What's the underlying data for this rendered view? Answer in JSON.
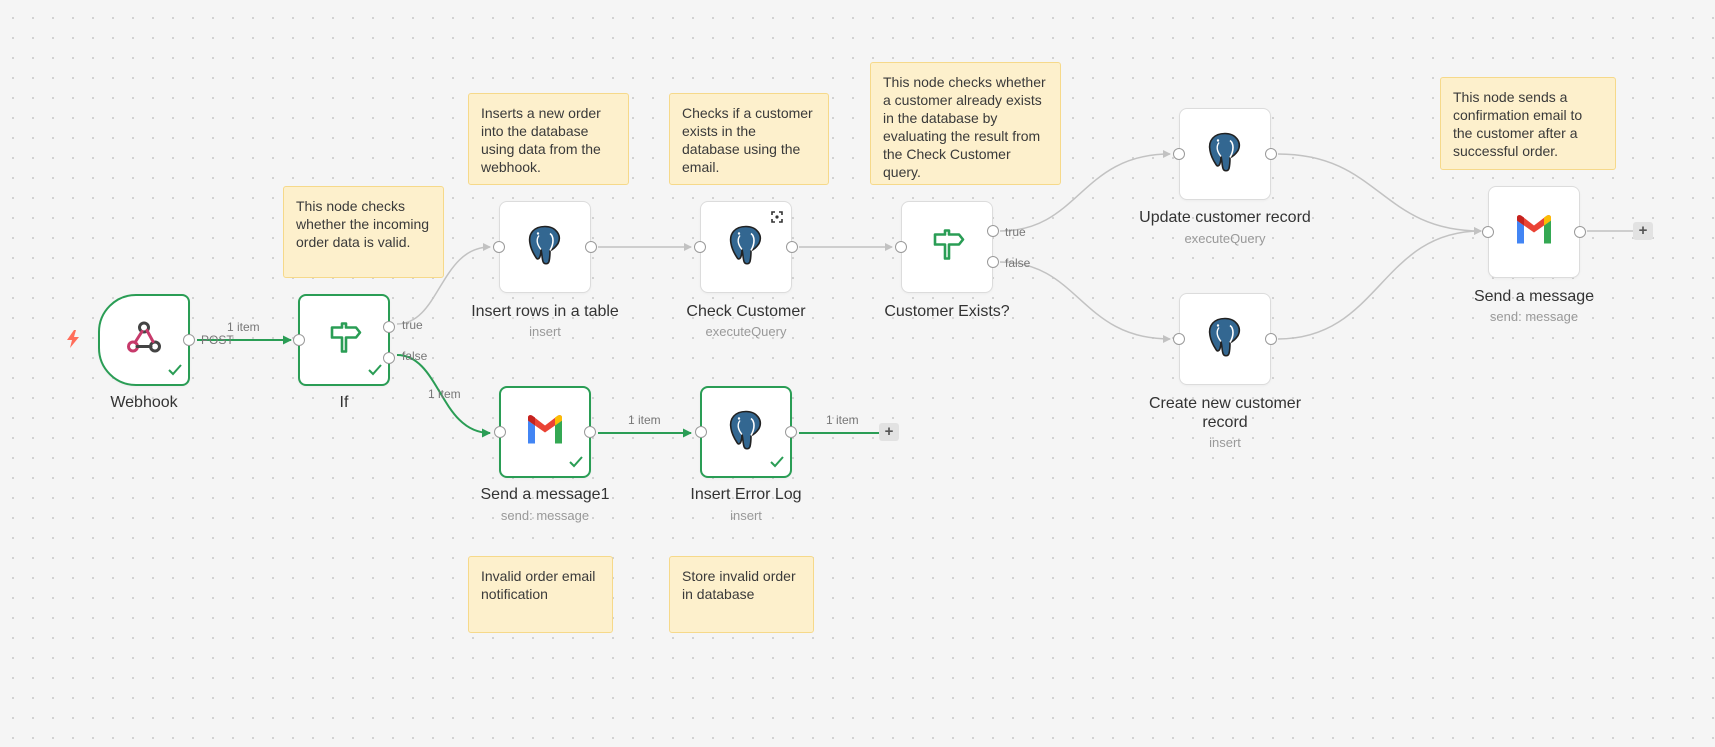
{
  "colors": {
    "success": "#2a9d55",
    "edge": "#c2c2c2",
    "note_bg": "#fdf0cc",
    "trigger": "#ff6d5a"
  },
  "trigger_icon": "lightning-bolt-icon",
  "nodes": {
    "webhook": {
      "title": "Webhook",
      "icon": "webhook-icon",
      "output_label": "POST"
    },
    "if": {
      "title": "If",
      "icon": "signpost-icon",
      "true_label": "true",
      "false_label": "false"
    },
    "insert_rows": {
      "title": "Insert rows in a table",
      "subtitle": "insert",
      "icon": "postgres-elephant-icon"
    },
    "check_customer": {
      "title": "Check Customer",
      "subtitle": "executeQuery",
      "icon": "postgres-elephant-icon"
    },
    "customer_exists": {
      "title": "Customer Exists?",
      "icon": "signpost-icon",
      "true_label": "true",
      "false_label": "false"
    },
    "update_customer": {
      "title": "Update customer record",
      "subtitle": "executeQuery",
      "icon": "postgres-elephant-icon"
    },
    "create_customer": {
      "title": "Create new customer record",
      "subtitle": "insert",
      "icon": "postgres-elephant-icon"
    },
    "send_message": {
      "title": "Send a message",
      "subtitle": "send: message",
      "icon": "gmail-icon"
    },
    "send_message1": {
      "title": "Send a message1",
      "subtitle": "send: message",
      "icon": "gmail-icon"
    },
    "insert_error_log": {
      "title": "Insert Error Log",
      "subtitle": "insert",
      "icon": "postgres-elephant-icon"
    }
  },
  "edges": {
    "webhook_to_if": "1 item",
    "if_false_to_send1": "1 item",
    "send1_to_error": "1 item",
    "error_out": "1 item"
  },
  "plus_label": "+",
  "notes": {
    "if_note": "This node checks whether the incoming order data is valid.",
    "insert_note": "Inserts a new order into the database using data from the webhook.",
    "check_note": "Checks if a customer exists in the database using the email.",
    "exists_note": "This node checks whether a customer already exists in the database by evaluating the result from the Check Customer query.",
    "send_note": "This node sends a confirmation email to the customer after a successful order.",
    "invalid_note": "Invalid order email notification",
    "store_note": "Store invalid order in database"
  }
}
